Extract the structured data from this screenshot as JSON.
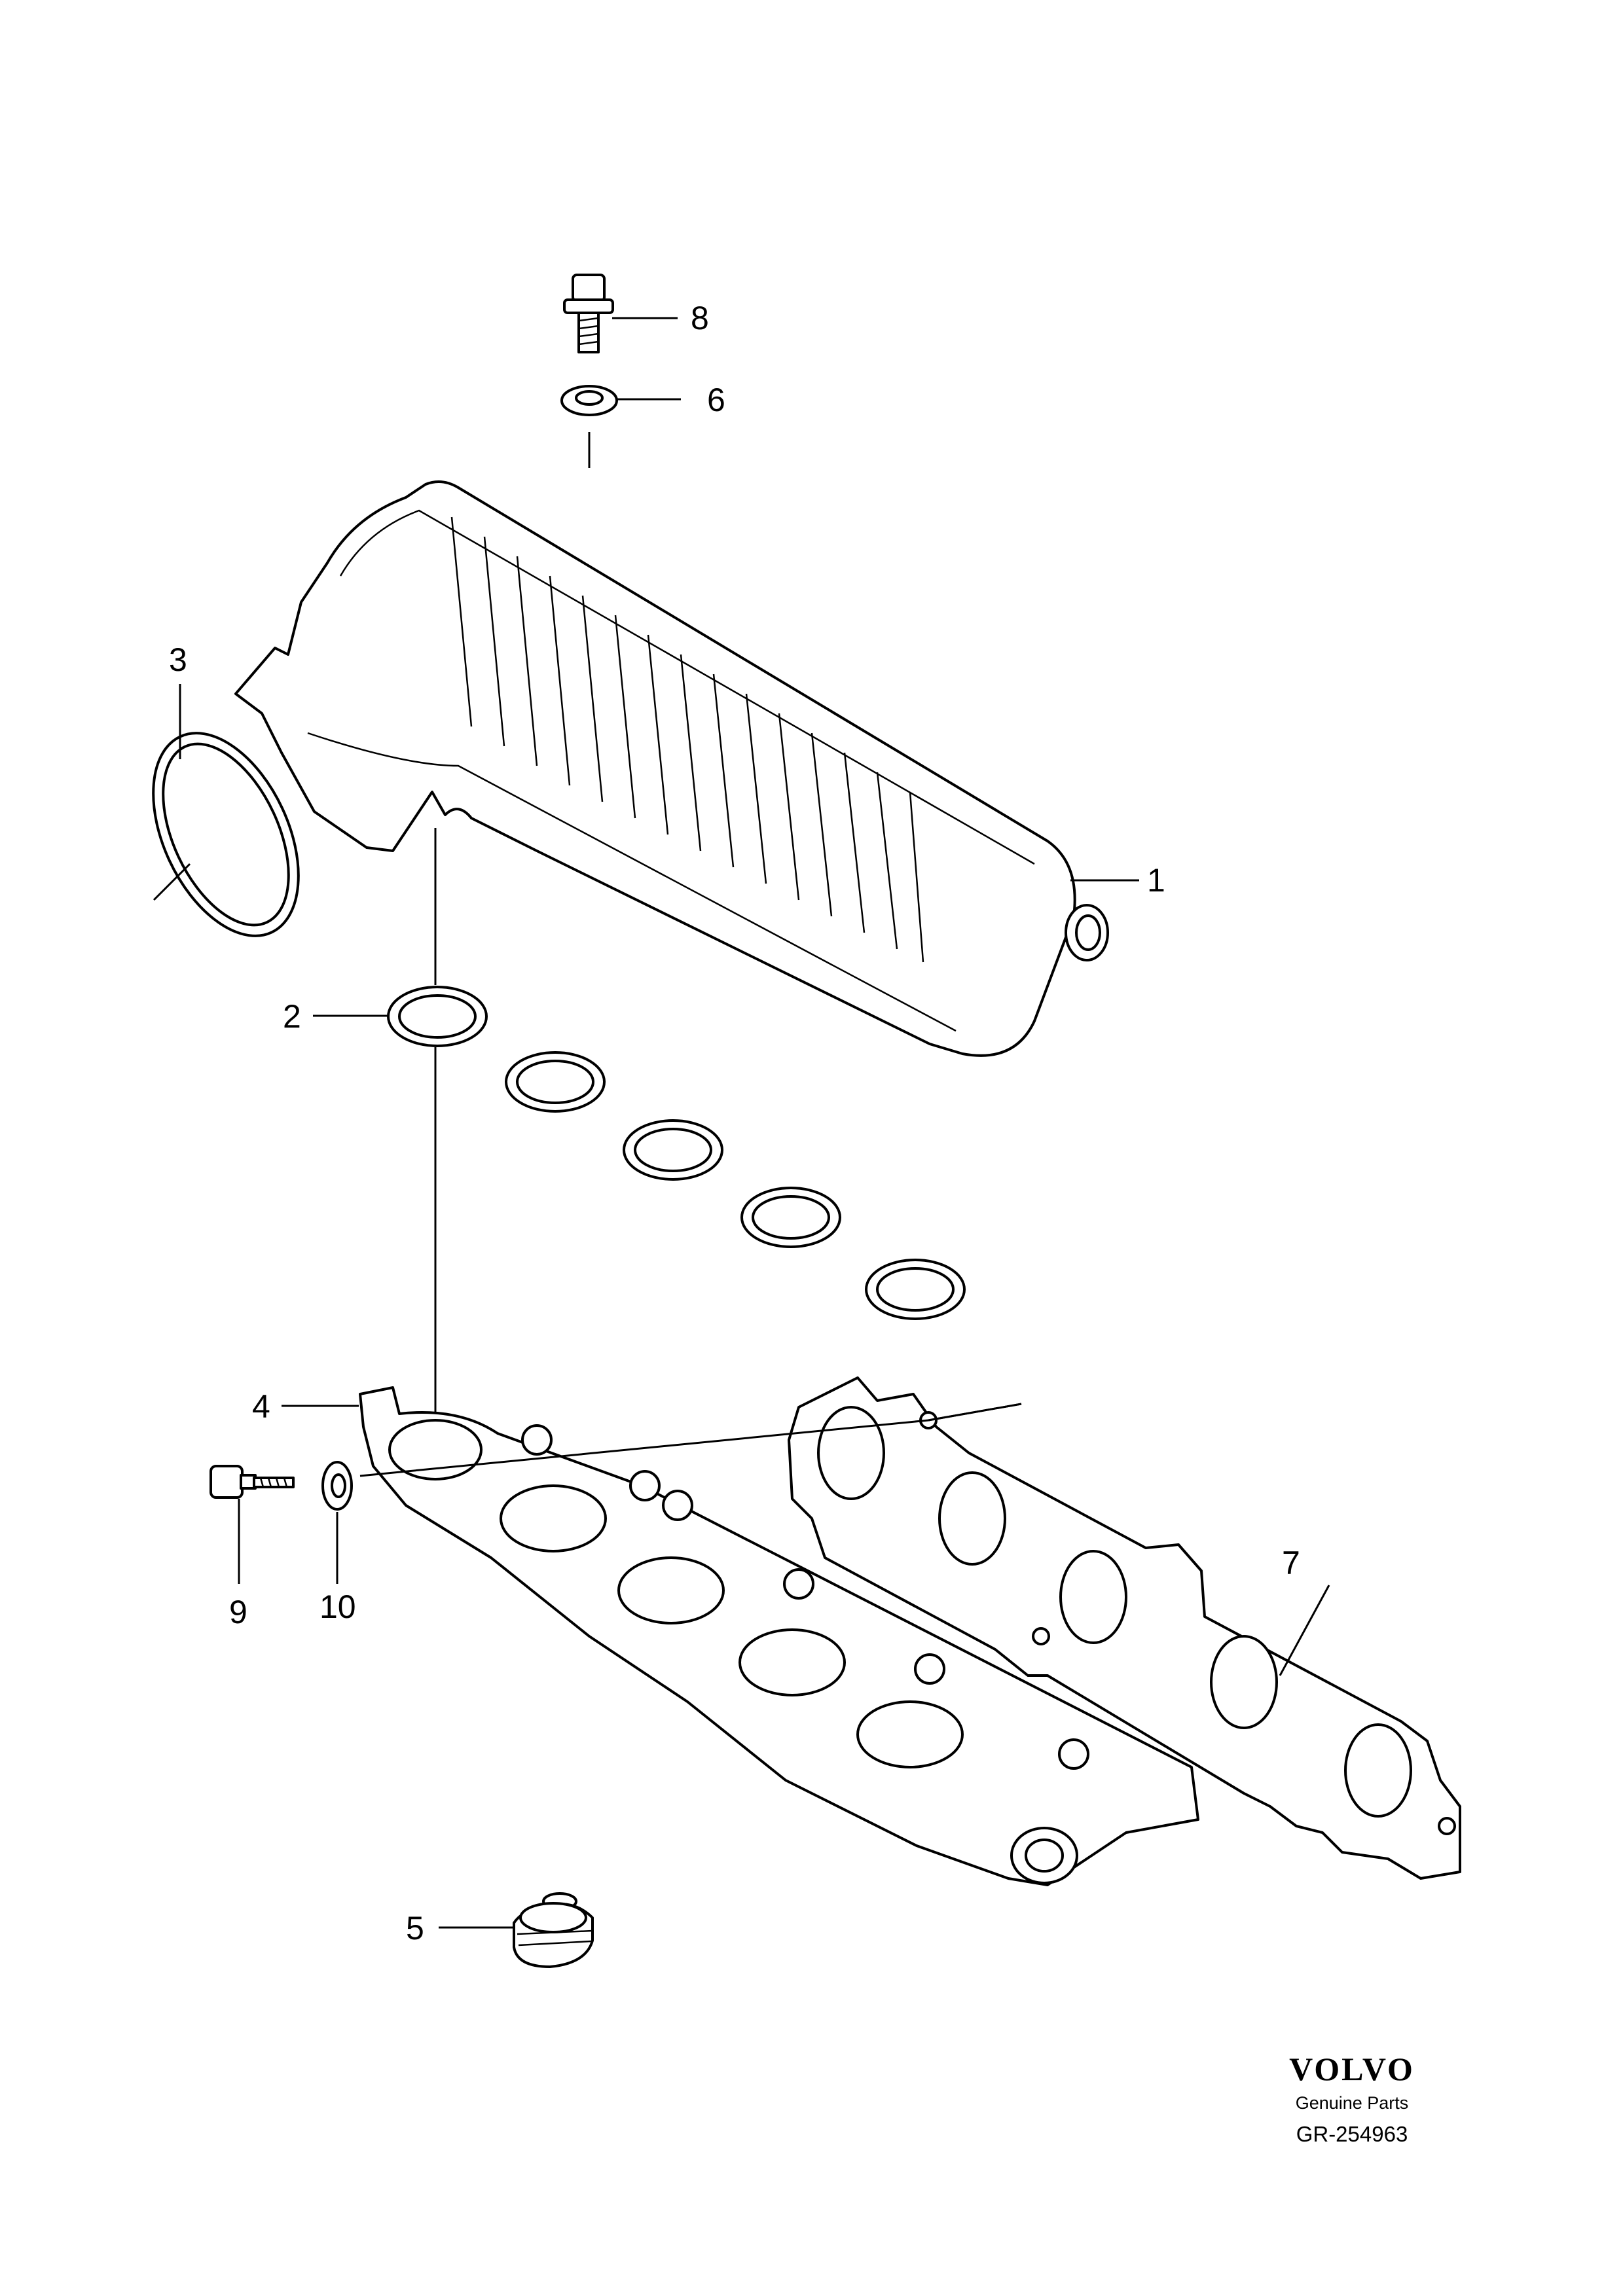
{
  "callouts": {
    "c1": "1",
    "c2": "2",
    "c3": "3",
    "c4": "4",
    "c5": "5",
    "c6": "6",
    "c7": "7",
    "c8": "8",
    "c9": "9",
    "c10": "10"
  },
  "branding": {
    "logo": "VOLVO",
    "tagline": "Genuine Parts",
    "diagram_code": "GR-254963"
  }
}
